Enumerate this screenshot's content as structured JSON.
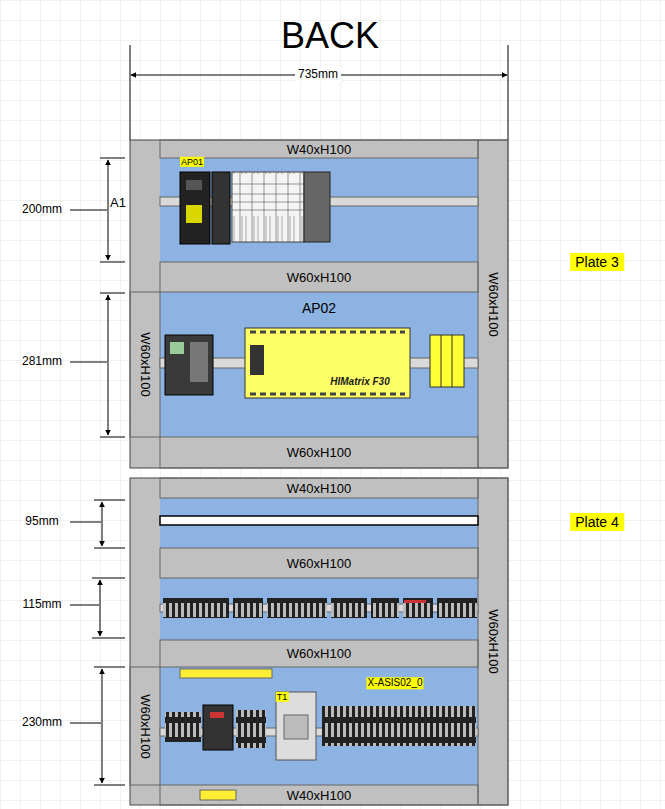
{
  "diagram": {
    "title": "BACK",
    "nodes": [
      {
        "text": [
          "W40xH100"
        ]
      },
      {
        "text": [
          "W60xH100"
        ]
      },
      {
        "text": [
          "W60xH100"
        ]
      },
      {
        "text": [
          "AP02"
        ]
      },
      {
        "text": [
          "W60xH100"
        ]
      },
      {
        "text": [
          "W60xH100"
        ]
      },
      {
        "text": [
          "W40xH100"
        ]
      },
      {
        "text": [
          "W60xH100"
        ]
      },
      {
        "text": [
          "W60xH100"
        ]
      },
      {
        "text": [
          "W60xH100"
        ]
      },
      {
        "text": [
          "W60xH100"
        ]
      },
      {
        "text": [
          "W40xH100"
        ]
      }
    ],
    "labels": [
      "735mm",
      "AP01",
      "A1",
      "200mm",
      "HIMatrix F30",
      "281mm",
      "Plate 3",
      "95mm",
      "Plate 4",
      "115mm",
      "T1",
      "X-ASIS02_0",
      "230mm"
    ]
  }
}
